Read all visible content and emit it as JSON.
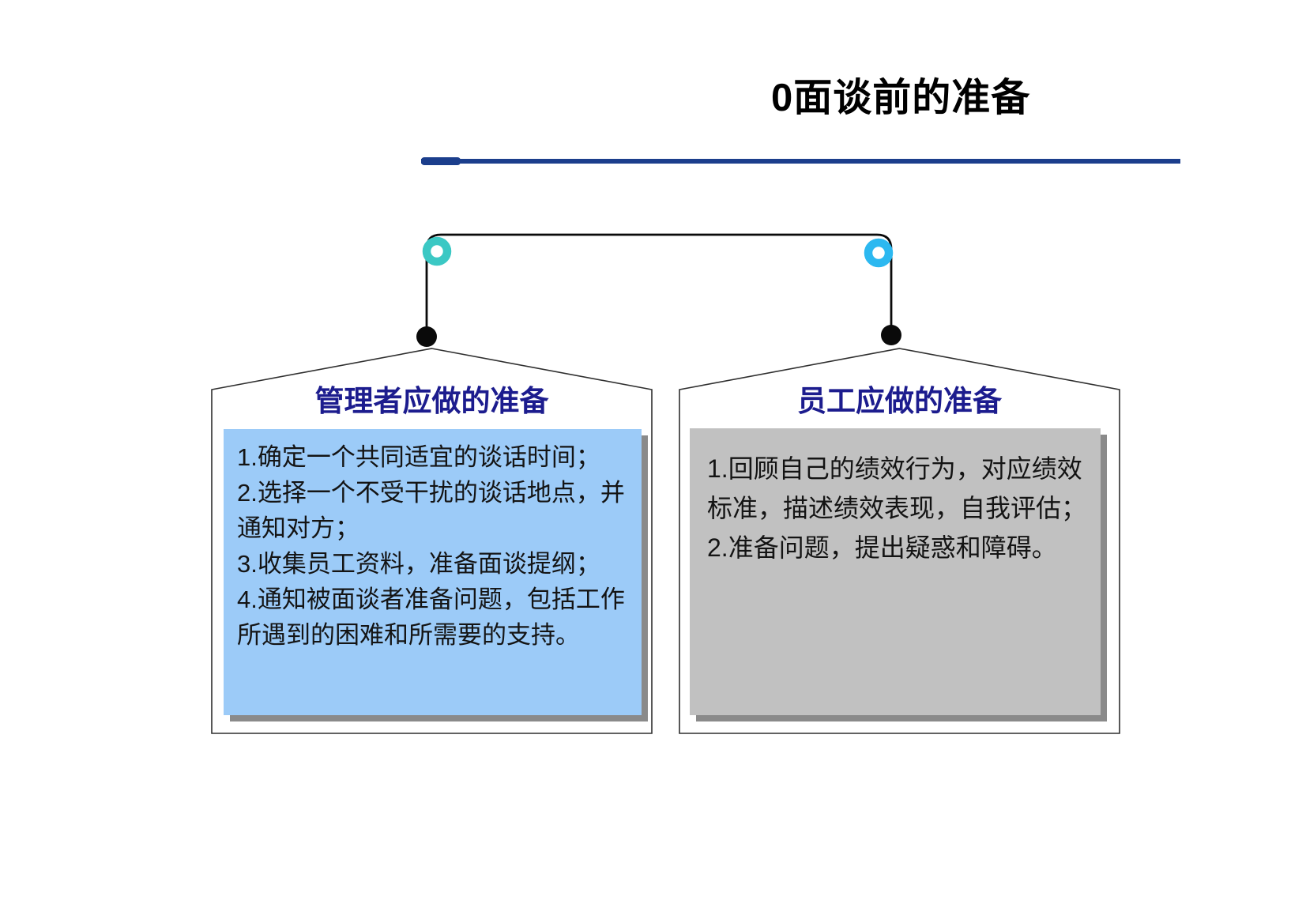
{
  "slide_title": "0面谈前的准备",
  "colors": {
    "title_underline": "#1B3E8C",
    "panel_heading": "#1C1C8E",
    "left_box_fill": "#9CCBF8",
    "right_box_fill": "#C1C1C1",
    "box_shadow": "#8A8A8A",
    "connector_line": "#0A0A0A",
    "left_ring": "#3BC8C4",
    "right_ring": "#2CB8F0",
    "pentagon_border": "#2F2F2F",
    "pentagon_fill": "#FFFFFF"
  },
  "left_panel": {
    "heading": "管理者应做的准备",
    "lines": [
      "1.确定一个共同适宜的谈话时间；",
      "2.选择一个不受干扰的谈话地点，并",
      "通知对方；",
      "3.收集员工资料，准备面谈提纲；",
      "4.通知被面谈者准备问题，包括工作",
      "所遇到的困难和所需要的支持。"
    ]
  },
  "right_panel": {
    "heading": "员工应做的准备",
    "lines": [
      "1.回顾自己的绩效行为，对应绩效",
      "标准，描述绩效表现，自我评估；",
      "2.准备问题，提出疑惑和障碍。"
    ]
  }
}
